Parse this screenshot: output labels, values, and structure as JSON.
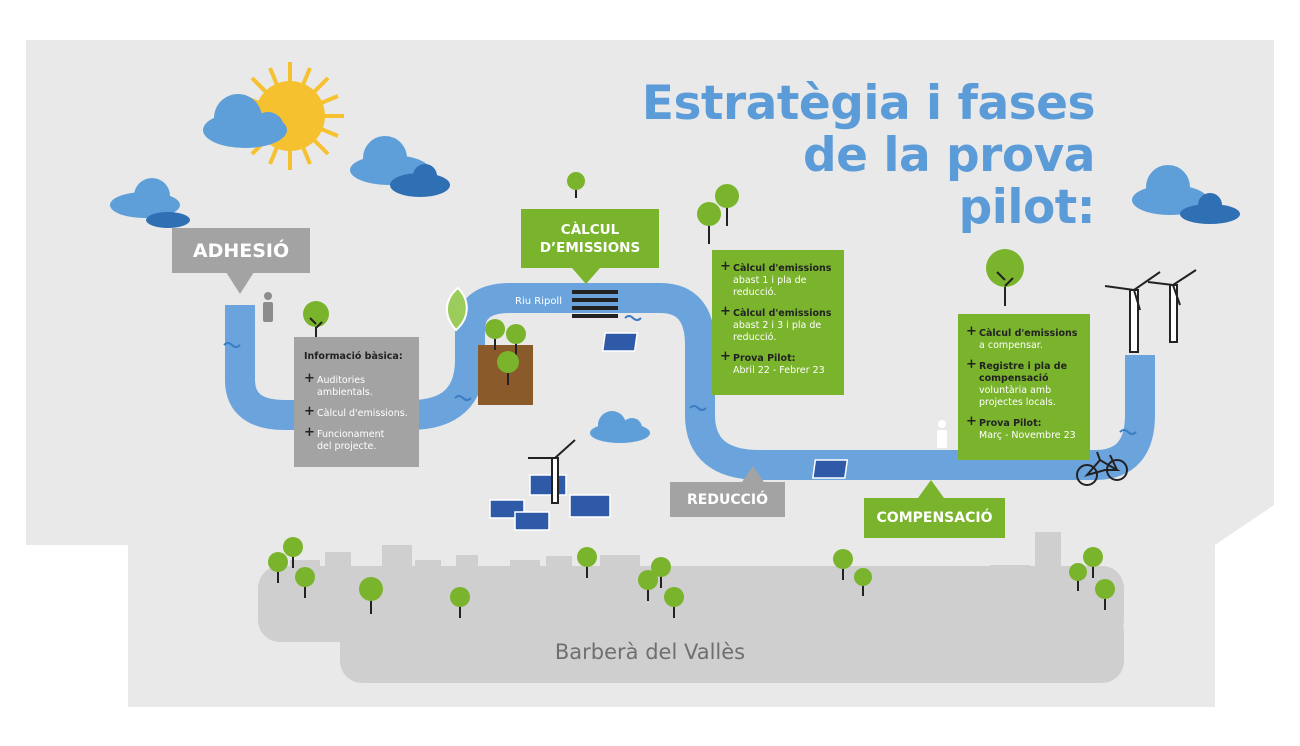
{
  "title": {
    "line1": "Estratègia i fases",
    "line2": "de la prova",
    "line3": "pilot:"
  },
  "stages": {
    "adhesio": "ADHESIÓ",
    "calcul_line1": "CÀLCUL",
    "calcul_line2": "D’EMISSIONS",
    "reduccio": "REDUCCIÓ",
    "compensacio": "COMPENSACIÓ"
  },
  "river_label": "Riu Ripoll",
  "info_box": {
    "heading": "Informació bàsica:",
    "items": [
      {
        "line1": "Auditories",
        "line2": "ambientals."
      },
      {
        "line1": "Càlcul d'emissions.",
        "line2": ""
      },
      {
        "line1": "Funcionament",
        "line2": "del projecte."
      }
    ]
  },
  "reduction_box": {
    "items": [
      {
        "bold": "Càlcul d'emissions",
        "line1": "abast 1 i pla de",
        "line2": "reducció."
      },
      {
        "bold": "Càlcul d'emissions",
        "line1": "abast 2 i 3 i pla de",
        "line2": "reducció."
      },
      {
        "bold": "Prova Pilot:",
        "line1": "Abril 22 - Febrer 23",
        "line2": ""
      }
    ]
  },
  "compensation_box": {
    "items": [
      {
        "bold1": "Càlcul d'emissions",
        "bold2": "",
        "line1": "a compensar.",
        "line2": ""
      },
      {
        "bold1": "Registre i pla de",
        "bold2": "compensació",
        "line1": "voluntària amb",
        "line2": "projectes locals."
      },
      {
        "bold1": "Prova Pilot:",
        "bold2": "",
        "line1": "Març - Novembre 23",
        "line2": ""
      }
    ]
  },
  "city_label": "Barberà del Vallès",
  "colors": {
    "background": "#e9e9e9",
    "river": "#6ba3dd",
    "title_blue": "#5b9bd8",
    "green": "#7ab42c",
    "gray_tag": "#a3a3a3",
    "sun": "#f6c12e"
  }
}
